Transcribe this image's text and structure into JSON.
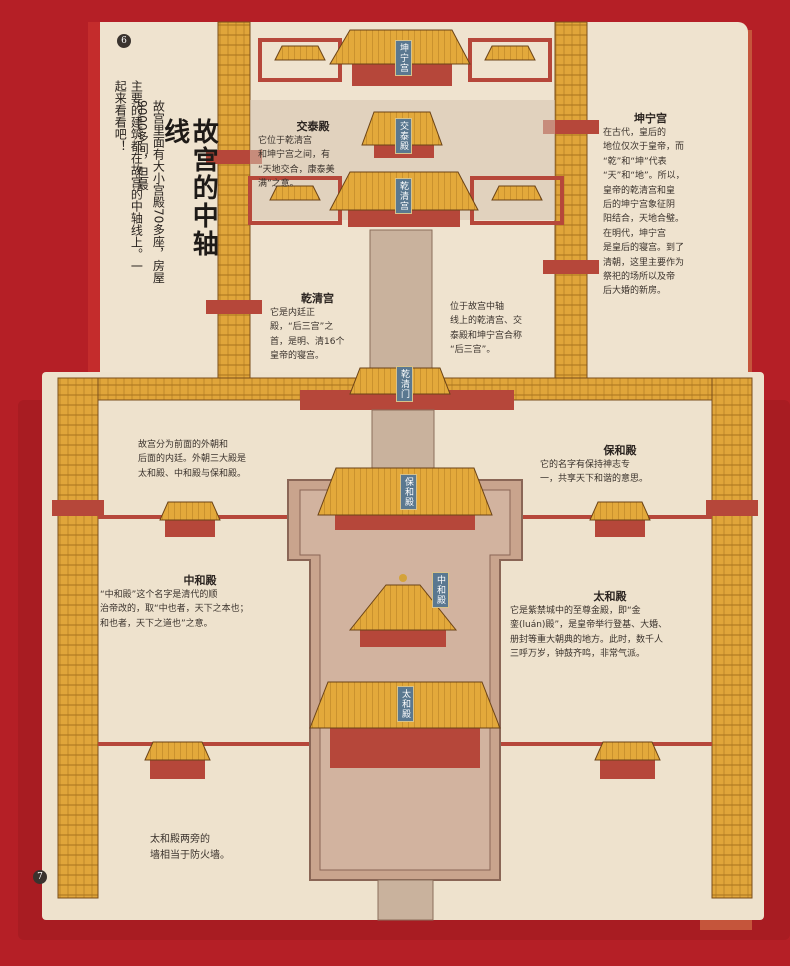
{
  "book": {
    "page_numbers": {
      "top": "6",
      "bottom": "7"
    },
    "colors": {
      "cover": "#b51f26",
      "paper": "#efe3cf",
      "roof": "#e3a93b",
      "wall": "#b6473a",
      "ground": "#c9a48d"
    }
  },
  "title": "故宫的中轴线",
  "intro": [
    "主要的建筑都在故宫的中轴线上。一起来看看吧！",
    "故宫里面有大小宫殿70多座，房屋9000多间，但最"
  ],
  "halls": {
    "jiaotai": {
      "name": "交泰殿",
      "sign": "交泰殿",
      "text": [
        "它位于乾清宫",
        "和坤宁宫之间，有",
        "“天地交合，康泰美",
        "满”之意。"
      ]
    },
    "kunning": {
      "name": "坤宁宫",
      "text": [
        "在古代，皇后的",
        "地位仅次于皇帝，而",
        "“乾”和“坤”代表",
        "“天”和“地”。所以，",
        "皇帝的乾清宫和皇",
        "后的坤宁宫象征阴",
        "阳结合，天地合璧。",
        "在明代，坤宁宫",
        "是皇后的寝宫。到了",
        "清朝，这里主要作为",
        "祭祀的场所以及帝",
        "后大婚的新房。"
      ]
    },
    "qianqing": {
      "name": "乾清宫",
      "sign": "乾清宫",
      "text": [
        "它是内廷正",
        "殿，“后三宫”之",
        "首，是明、清16个",
        "皇帝的寝宫。"
      ]
    },
    "sangong": {
      "text": [
        "位于故宫中轴",
        "线上的乾清宫、交",
        "泰殿和坤宁宫合称",
        "“后三宫”。"
      ]
    },
    "outer": {
      "text": [
        "故宫分为前面的外朝和",
        "后面的内廷。外朝三大殿是",
        "太和殿、中和殿与保和殿。"
      ]
    },
    "baohe": {
      "name": "保和殿",
      "sign": "保和殿",
      "text": [
        "它的名字有保持神志专",
        "一，共享天下和谐的意思。"
      ]
    },
    "zhonghe": {
      "name": "中和殿",
      "sign": "中和殿",
      "text": [
        "“中和殿”这个名字是清代的顺",
        "治帝改的，取“中也者，天下之本也；",
        "和也者，天下之道也”之意。"
      ]
    },
    "taihe": {
      "name": "太和殿",
      "sign": "太和殿",
      "text": [
        "它是紫禁城中的至尊金殿，即“金",
        "銮(luán)殿”，是皇帝举行登基、大婚、",
        "册封等重大朝典的地方。此时，数千人",
        "三呼万岁，钟鼓齐鸣，非常气派。"
      ]
    },
    "gate": {
      "sign": "乾清门"
    },
    "firewall": {
      "text": [
        "太和殿两旁的",
        "墙相当于防火墙。"
      ]
    }
  }
}
